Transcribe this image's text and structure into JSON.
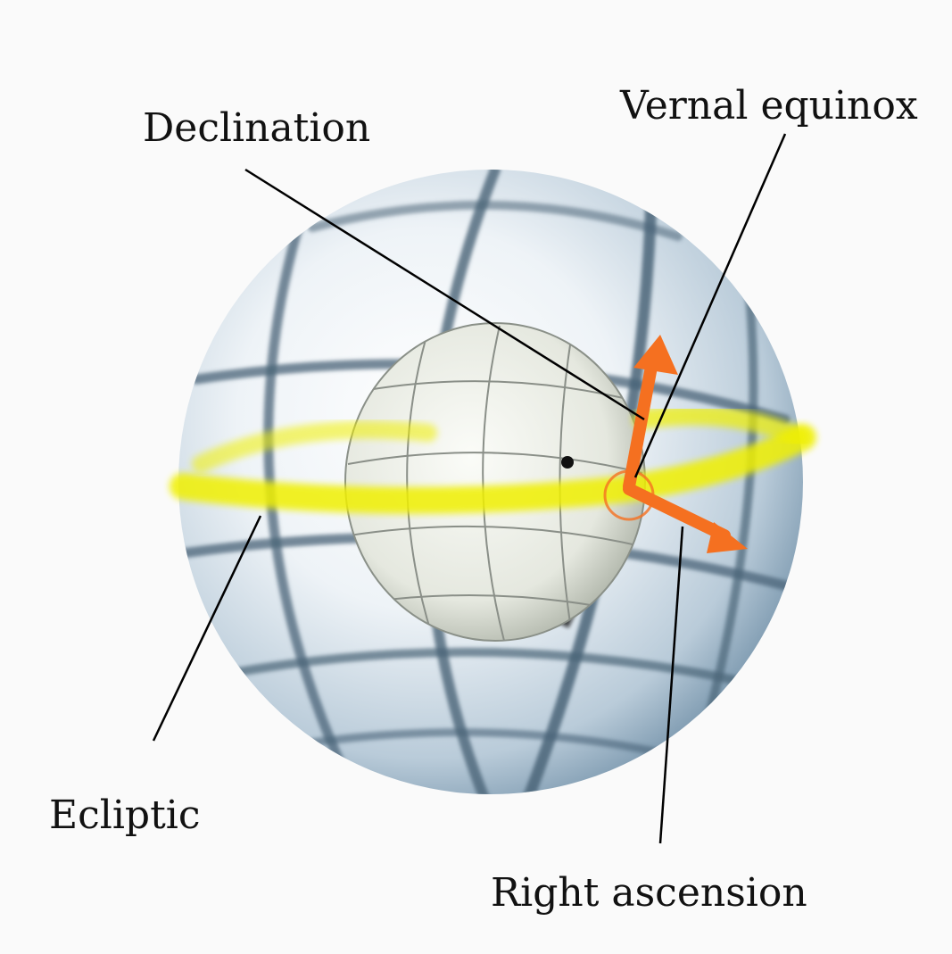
{
  "labels": {
    "declination": "Declination",
    "vernal_equinox": "Vernal equinox",
    "ecliptic": "Ecliptic",
    "right_ascension": "Right ascension"
  },
  "colors": {
    "background": "#fafafa",
    "ecliptic": "#f0f000",
    "arrows": "#f57020",
    "grid": "#4a6478",
    "leader_lines": "#000000"
  }
}
